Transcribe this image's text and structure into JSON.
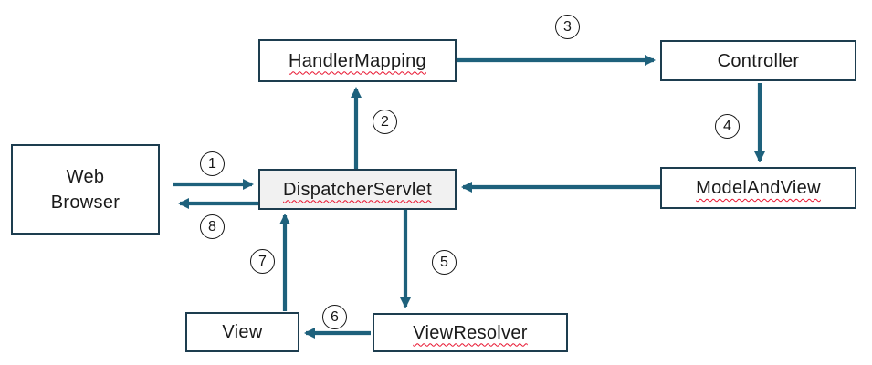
{
  "diagram": {
    "type": "flow-diagram",
    "subject": "Spring MVC request handling flow",
    "colors": {
      "arrow": "#1e617c",
      "node_border": "#1d3d4f",
      "node_fill": "#ffffff",
      "dispatcher_fill": "#f1f1f1",
      "spellcheck_squiggle": "#e8112d",
      "text": "#1a1a1a",
      "background": "#ffffff"
    },
    "nodes": {
      "web_browser": {
        "label": "Web\nBrowser"
      },
      "handler_mapping": {
        "label": "HandlerMapping"
      },
      "controller": {
        "label": "Controller"
      },
      "dispatcher_servlet": {
        "label": "DispatcherServlet"
      },
      "model_and_view": {
        "label": "ModelAndView"
      },
      "view": {
        "label": "View"
      },
      "view_resolver": {
        "label": "ViewResolver"
      }
    },
    "steps": [
      {
        "n": "1",
        "from": "Web Browser",
        "to": "DispatcherServlet"
      },
      {
        "n": "2",
        "from": "DispatcherServlet",
        "to": "HandlerMapping"
      },
      {
        "n": "3",
        "from": "HandlerMapping",
        "to": "Controller"
      },
      {
        "n": "4",
        "from": "Controller",
        "to": "ModelAndView"
      },
      {
        "n": "5",
        "from": "DispatcherServlet",
        "to": "ViewResolver"
      },
      {
        "n": "6",
        "from": "ViewResolver",
        "to": "View"
      },
      {
        "n": "7",
        "from": "View",
        "to": "DispatcherServlet"
      },
      {
        "n": "8",
        "from": "DispatcherServlet",
        "to": "Web Browser"
      }
    ],
    "unnumbered_edges": [
      {
        "from": "ModelAndView",
        "to": "DispatcherServlet"
      }
    ]
  }
}
